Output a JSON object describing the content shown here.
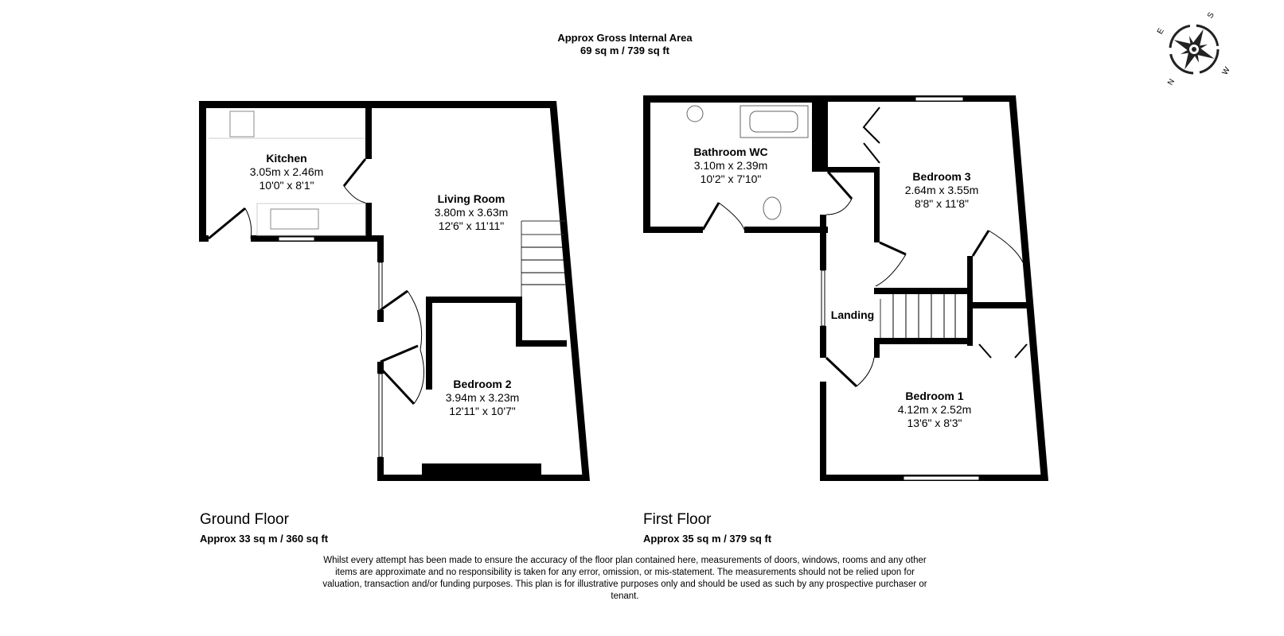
{
  "header": {
    "title": "Approx Gross Internal Area",
    "area": "69 sq m / 739 sq ft"
  },
  "compass": {
    "labels": [
      "S",
      "W",
      "N",
      "E"
    ]
  },
  "ground_floor": {
    "label": "Ground Floor",
    "area": "Approx 33 sq m / 360 sq ft",
    "rooms": [
      {
        "name": "Kitchen",
        "metric": "3.05m x 2.46m",
        "imperial": "10'0\" x 8'1\""
      },
      {
        "name": "Living Room",
        "metric": "3.80m x 3.63m",
        "imperial": "12'6\" x 11'11\""
      },
      {
        "name": "Bedroom 2",
        "metric": "3.94m x 3.23m",
        "imperial": "12'11\" x 10'7\""
      }
    ]
  },
  "first_floor": {
    "label": "First Floor",
    "area": "Approx 35 sq m / 379 sq ft",
    "rooms": [
      {
        "name": "Bathroom WC",
        "metric": "3.10m x 2.39m",
        "imperial": "10'2\" x 7'10\""
      },
      {
        "name": "Bedroom 3",
        "metric": "2.64m x 3.55m",
        "imperial": "8'8\" x 11'8\""
      },
      {
        "name": "Landing"
      },
      {
        "name": "Bedroom 1",
        "metric": "4.12m x 2.52m",
        "imperial": "13'6\" x 8'3\""
      }
    ]
  },
  "disclaimer": "Whilst every attempt has been made to ensure the accuracy of the floor plan contained here, measurements of doors, windows, rooms and any other items are approximate and no responsibility is taken for any error, omission, or mis-statement. The measurements should not be relied upon for valuation, transaction and/or funding purposes. This plan is for illustrative purposes only and should be used as such by any prospective purchaser or tenant."
}
